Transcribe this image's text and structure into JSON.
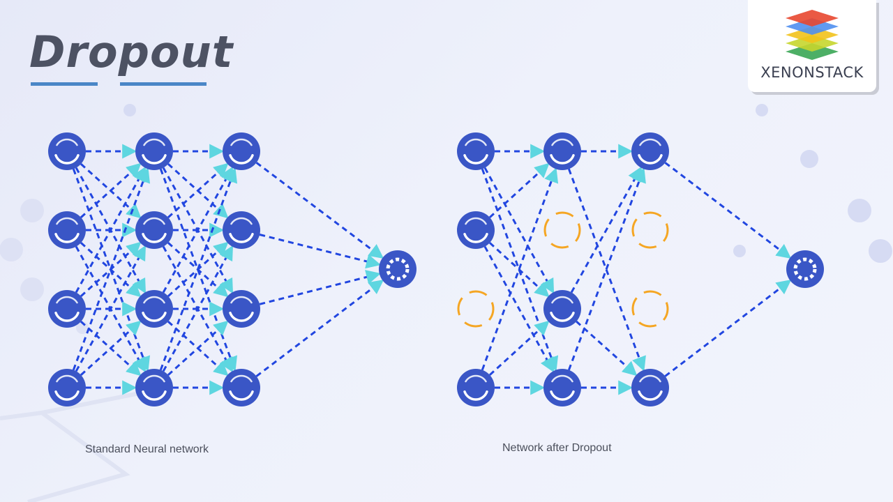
{
  "title": "Dropout",
  "logo": {
    "brand": "XENONSTACK"
  },
  "captions": {
    "standard": "Standard Neural network",
    "dropout": "Network after Dropout"
  },
  "colors": {
    "node": "#3a56c6",
    "node_ring": "#ffffff",
    "dropped_node": "#f5a623",
    "edge": "#2146e0",
    "arrowhead": "#5ed6e0",
    "title": "#4d5263",
    "underline": "#4a86c7"
  },
  "diagram": {
    "standard": {
      "layers": [
        [
          "active",
          "active",
          "active",
          "active"
        ],
        [
          "active",
          "active",
          "active",
          "active"
        ],
        [
          "active",
          "active",
          "active",
          "active"
        ],
        [
          "output"
        ]
      ],
      "edges": "fully-connected"
    },
    "dropout": {
      "layers": [
        [
          "active",
          "active",
          "dropped",
          "active"
        ],
        [
          "active",
          "dropped",
          "active",
          "active"
        ],
        [
          "active",
          "dropped",
          "dropped",
          "active"
        ],
        [
          "output"
        ]
      ],
      "edges": "active-only"
    }
  }
}
